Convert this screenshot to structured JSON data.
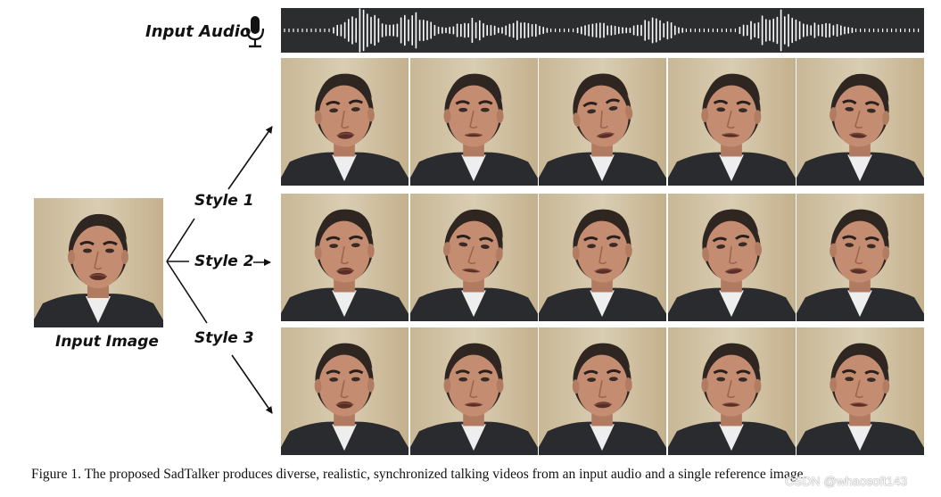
{
  "figure": {
    "input_audio_label": "Input Audio",
    "input_image_label": "Input Image",
    "styles": [
      {
        "label": "Style 1"
      },
      {
        "label": "Style 2"
      },
      {
        "label": "Style 3"
      }
    ],
    "caption": "Figure 1. The proposed SadTalker produces diverse, realistic, synchronized talking videos from an input audio and a single reference image.",
    "watermark": "CSDN @whaosoft143"
  },
  "colors": {
    "audio_background": "#2c2d2f",
    "waveform": "#ffffff",
    "backdrop": "#d9cdb2",
    "skin": "#c48d71",
    "hair": "#2f2622",
    "suit": "#2a2b2e",
    "shirt": "#eeeeee"
  },
  "icons": {
    "audio": "microphone-icon"
  }
}
